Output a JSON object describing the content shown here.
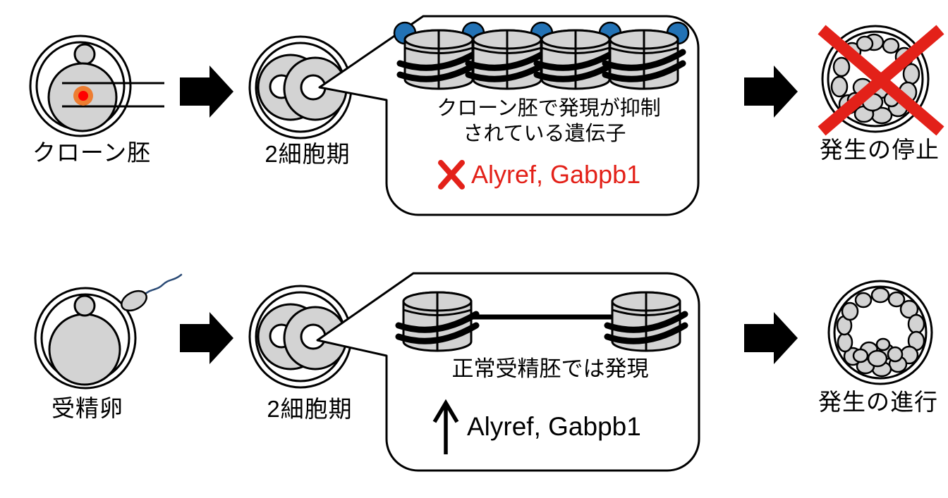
{
  "palette": {
    "gray": "#D3D3D3",
    "blue": "#2272B5",
    "red": "#E32119",
    "orange": "#ED7D31",
    "reddot": "#FF0000",
    "navy": "#2A4A75",
    "ink": "#000000",
    "bg": "#FFFFFF"
  },
  "top_row": {
    "stage1_label": "クローン胚",
    "stage2_label": "2細胞期",
    "callout": {
      "description_line1": "クローン胚で発現が抑制",
      "description_line2": "されている遺伝子",
      "cross_glyph": "✕",
      "genes": "Alyref, Gabpb1"
    },
    "outcome_label": "発生の停止"
  },
  "bottom_row": {
    "stage1_label": "受精卵",
    "stage2_label": "2細胞期",
    "callout": {
      "description_line1": "正常受精胚では発現",
      "up_arrow_glyph": "↑",
      "genes": "Alyref, Gabpb1"
    },
    "outcome_label": "発生の進行"
  }
}
